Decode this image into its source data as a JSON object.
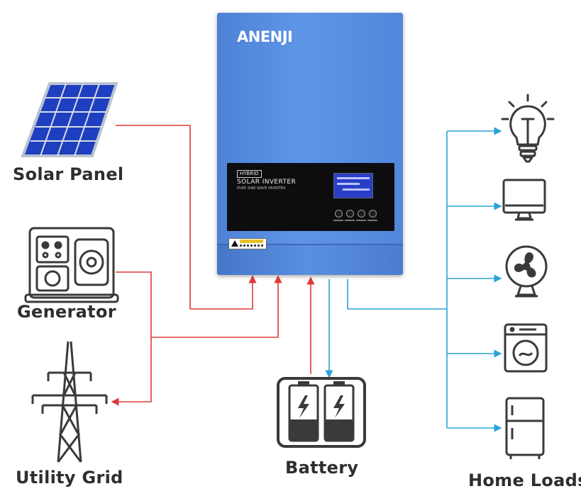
{
  "inverter": {
    "brand": "ANENJI",
    "badge": "HYBRID",
    "title": "SOLAR INVERTER",
    "subtitle": "PURE SINE WAVE INVERTER",
    "caution": "CAUTION"
  },
  "sources": {
    "solar_label": "Solar Panel",
    "generator_label": "Generator",
    "grid_label": "Utility Grid"
  },
  "battery_label": "Battery",
  "home_loads_label": "Home Loads",
  "loads": [
    "light-bulb-icon",
    "monitor-icon",
    "fan-icon",
    "washing-machine-icon",
    "refrigerator-icon"
  ],
  "colors": {
    "input_line": "#e03a3a",
    "output_line": "#2aa3d8",
    "inverter_body": "#5a8fe0",
    "icon_stroke": "#3a3a3a"
  }
}
